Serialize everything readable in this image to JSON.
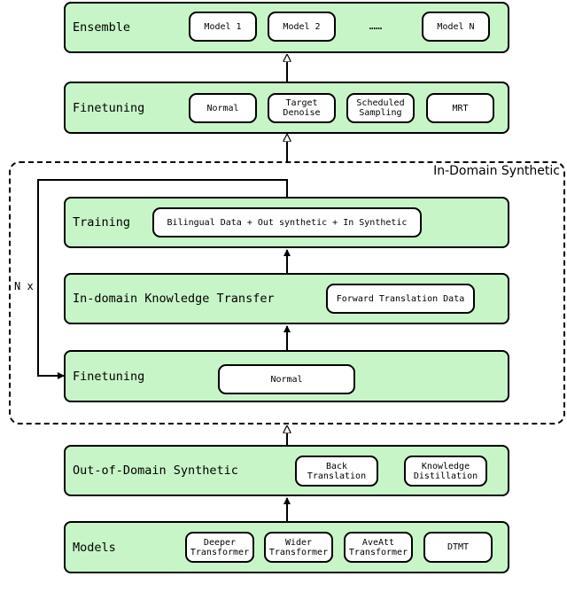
{
  "ensemble": {
    "title": "Ensemble",
    "items": [
      "Model 1",
      "Model 2",
      "Model N"
    ],
    "ellipsis": "……"
  },
  "finetuning_top": {
    "title": "Finetuning",
    "items": [
      "Normal",
      "Target\nDenoise",
      "Scheduled\nSampling",
      "MRT"
    ]
  },
  "in_domain_synthetic": {
    "label": "In-Domain Synthetic",
    "loop_label": "N x",
    "training": {
      "title": "Training",
      "item": "Bilingual Data + Out synthetic + In Synthetic"
    },
    "knowledge_transfer": {
      "title": "In-domain Knowledge Transfer",
      "item": "Forward Translation Data"
    },
    "finetuning": {
      "title": "Finetuning",
      "item": "Normal"
    }
  },
  "out_of_domain": {
    "title": "Out-of-Domain Synthetic",
    "items": [
      "Back\nTranslation",
      "Knowledge\nDistillation"
    ]
  },
  "models": {
    "title": "Models",
    "items": [
      "Deeper\nTransformer",
      "Wider\nTransformer",
      "AveAtt\nTransformer",
      "DTMT"
    ]
  },
  "colors": {
    "stage_fill": "#c8f5c8",
    "pill_fill": "#ffffff",
    "stroke": "#000000"
  }
}
